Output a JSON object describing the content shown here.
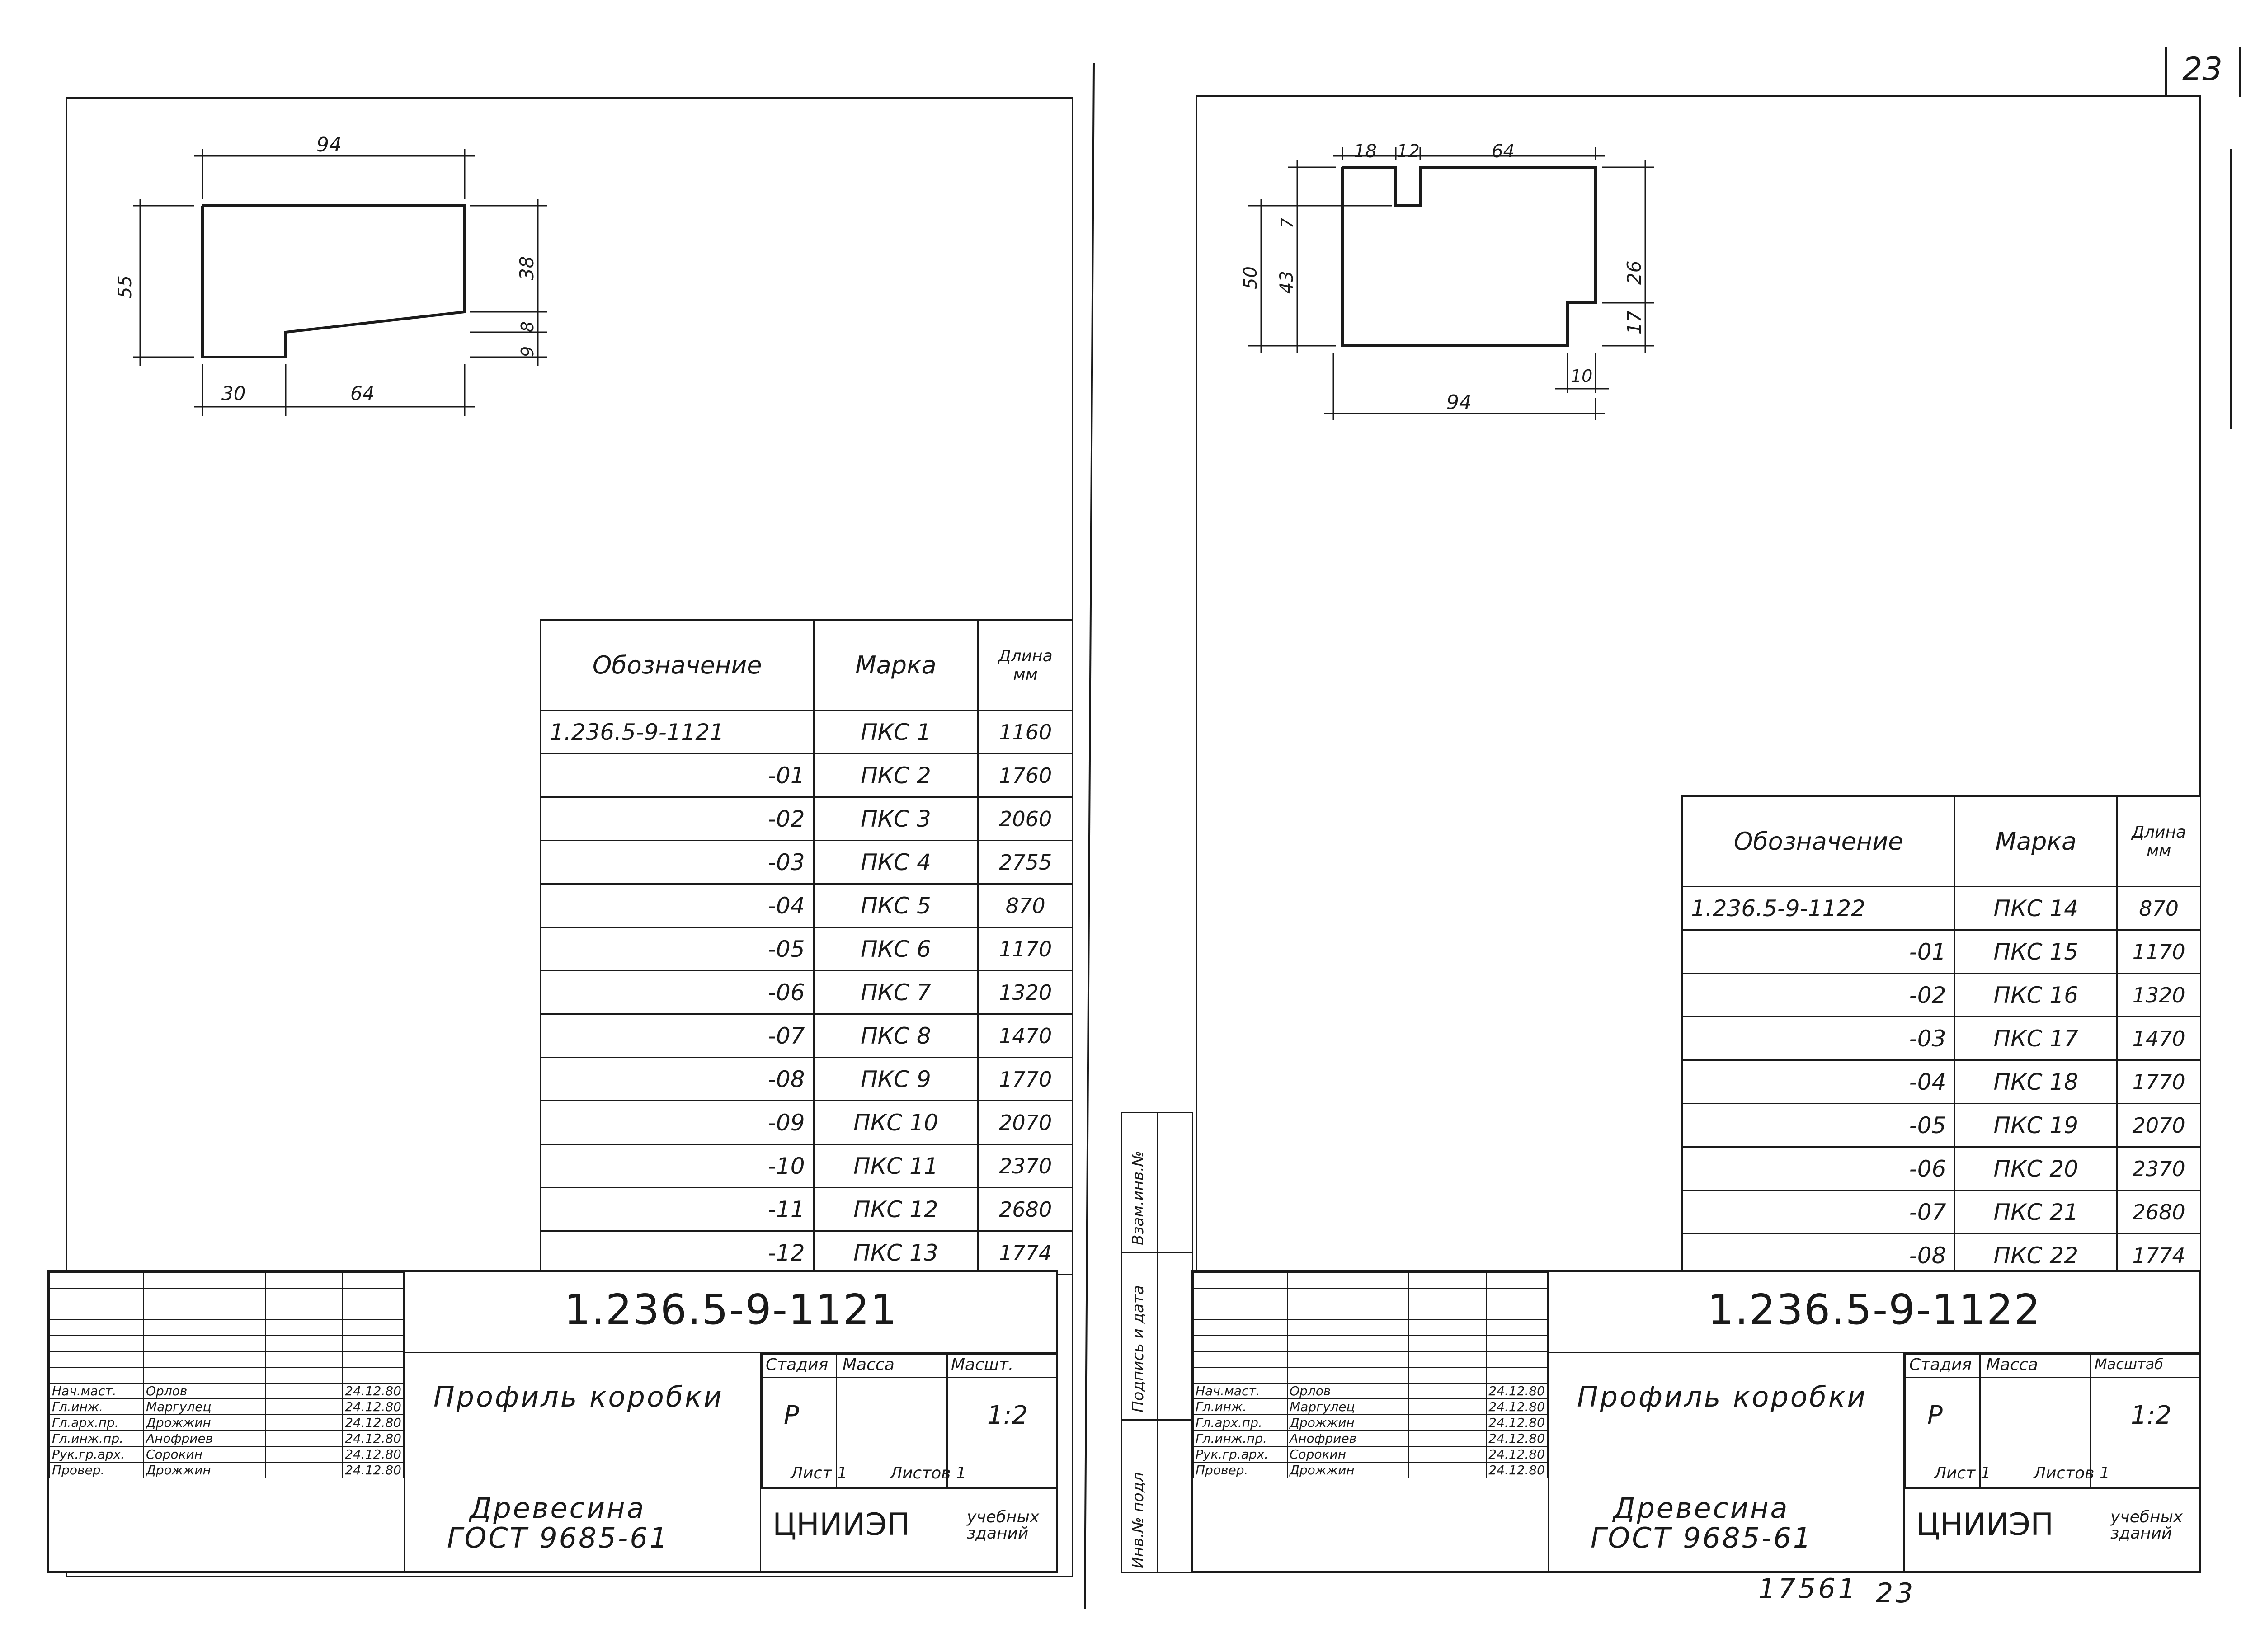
{
  "page_number": "23",
  "archive_number": "17561",
  "archive_page": "23",
  "stamp_vertical": [
    "Инв.№ подл",
    "Подпись и дата",
    "Взам.инв.№"
  ],
  "left": {
    "profile_dims": {
      "top": "94",
      "height_total": "55",
      "right_upper": "38",
      "right_mid": "8",
      "right_low": "9",
      "bottom_left": "30",
      "bottom_right": "64"
    },
    "spec_headers": {
      "designation": "Обозначение",
      "mark": "Марка",
      "length": "Длина мм"
    },
    "rows": [
      {
        "designation": "1.236.5-9-1121",
        "mark": "ПКС 1",
        "length": "1160"
      },
      {
        "designation": "-01",
        "mark": "ПКС 2",
        "length": "1760"
      },
      {
        "designation": "-02",
        "mark": "ПКС 3",
        "length": "2060"
      },
      {
        "designation": "-03",
        "mark": "ПКС 4",
        "length": "2755"
      },
      {
        "designation": "-04",
        "mark": "ПКС 5",
        "length": "870"
      },
      {
        "designation": "-05",
        "mark": "ПКС 6",
        "length": "1170"
      },
      {
        "designation": "-06",
        "mark": "ПКС 7",
        "length": "1320"
      },
      {
        "designation": "-07",
        "mark": "ПКС 8",
        "length": "1470"
      },
      {
        "designation": "-08",
        "mark": "ПКС 9",
        "length": "1770"
      },
      {
        "designation": "-09",
        "mark": "ПКС 10",
        "length": "2070"
      },
      {
        "designation": "-10",
        "mark": "ПКС 11",
        "length": "2370"
      },
      {
        "designation": "-11",
        "mark": "ПКС 12",
        "length": "2680"
      },
      {
        "designation": "-12",
        "mark": "ПКС 13",
        "length": "1774"
      }
    ],
    "title_block": {
      "code": "1.236.5-9-1121",
      "title": "Профиль коробки",
      "material": "Древесина",
      "standard": "ГОСТ 9685-61",
      "stage_label": "Стадия",
      "mass_label": "Масса",
      "scale_label": "Масшт.",
      "stage": "Р",
      "scale": "1:2",
      "sheet": "Лист 1",
      "sheets": "Листов 1",
      "org": "ЦНИИЭП",
      "org_sub": "учебных зданий",
      "staff": [
        {
          "role": "Нач.маст.",
          "name": "Орлов",
          "date": "24.12.80"
        },
        {
          "role": "Гл.инж.",
          "name": "Маргулец",
          "date": "24.12.80"
        },
        {
          "role": "Гл.арх.пр.",
          "name": "Дрожжин",
          "date": "24.12.80"
        },
        {
          "role": "Гл.инж.пр.",
          "name": "Анофриев",
          "date": "24.12.80"
        },
        {
          "role": "Рук.гр.арх.",
          "name": "Сорокин",
          "date": "24.12.80"
        },
        {
          "role": "Провер.",
          "name": "Дрожжин",
          "date": "24.12.80"
        }
      ]
    }
  },
  "right": {
    "profile_dims": {
      "top_a": "18",
      "top_b": "12",
      "top_c": "64",
      "left_total": "50",
      "left_small": "7",
      "left_big": "43",
      "right_upper": "26",
      "right_lower": "17",
      "notch": "10",
      "bottom": "94"
    },
    "spec_headers": {
      "designation": "Обозначение",
      "mark": "Марка",
      "length": "Длина мм"
    },
    "rows": [
      {
        "designation": "1.236.5-9-1122",
        "mark": "ПКС 14",
        "length": "870"
      },
      {
        "designation": "-01",
        "mark": "ПКС 15",
        "length": "1170"
      },
      {
        "designation": "-02",
        "mark": "ПКС 16",
        "length": "1320"
      },
      {
        "designation": "-03",
        "mark": "ПКС 17",
        "length": "1470"
      },
      {
        "designation": "-04",
        "mark": "ПКС 18",
        "length": "1770"
      },
      {
        "designation": "-05",
        "mark": "ПКС 19",
        "length": "2070"
      },
      {
        "designation": "-06",
        "mark": "ПКС 20",
        "length": "2370"
      },
      {
        "designation": "-07",
        "mark": "ПКС 21",
        "length": "2680"
      },
      {
        "designation": "-08",
        "mark": "ПКС 22",
        "length": "1774"
      }
    ],
    "title_block": {
      "code": "1.236.5-9-1122",
      "title": "Профиль коробки",
      "material": "Древесина",
      "standard": "ГОСТ 9685-61",
      "stage_label": "Стадия",
      "mass_label": "Масса",
      "scale_label": "Масштаб",
      "stage": "Р",
      "scale": "1:2",
      "sheet": "Лист 1",
      "sheets": "Листов 1",
      "org": "ЦНИИЭП",
      "org_sub": "учебных зданий",
      "staff": [
        {
          "role": "Нач.маст.",
          "name": "Орлов",
          "date": "24.12.80"
        },
        {
          "role": "Гл.инж.",
          "name": "Маргулец",
          "date": "24.12.80"
        },
        {
          "role": "Гл.арх.пр.",
          "name": "Дрожжин",
          "date": "24.12.80"
        },
        {
          "role": "Гл.инж.пр.",
          "name": "Анофриев",
          "date": "24.12.80"
        },
        {
          "role": "Рук.гр.арх.",
          "name": "Сорокин",
          "date": "24.12.80"
        },
        {
          "role": "Провер.",
          "name": "Дрожжин",
          "date": "24.12.80"
        }
      ]
    }
  }
}
